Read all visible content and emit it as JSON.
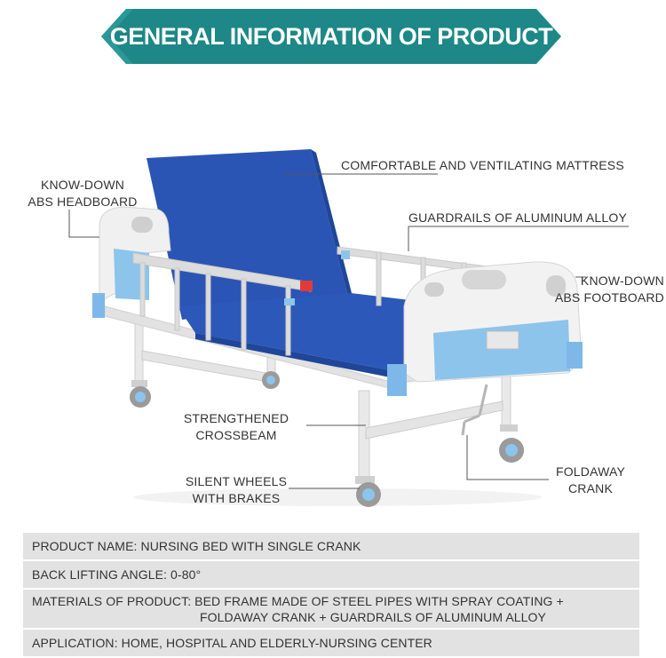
{
  "banner": {
    "title": "GENERAL INFORMATION OF PRODUCT",
    "color": "#1e8787"
  },
  "callouts": {
    "headboard": {
      "line1": "KNOW-DOWN",
      "line2": "ABS HEADBOARD"
    },
    "mattress": "COMFORTABLE AND VENTILATING MATTRESS",
    "guardrails": "GUARDRAILS OF ALUMINUM ALLOY",
    "footboard": {
      "line1": "KNOW-DOWN",
      "line2": "ABS FOOTBOARD"
    },
    "crossbeam": {
      "line1": "STRENGTHENED",
      "line2": "CROSSBEAM"
    },
    "wheels": {
      "line1": "SILENT WHEELS",
      "line2": "WITH BRAKES"
    },
    "crank": {
      "line1": "FOLDAWAY",
      "line2": "CRANK"
    }
  },
  "specs": {
    "product_name": "PRODUCT NAME: NURSING BED WITH SINGLE CRANK",
    "back_angle": "BACK LIFTING ANGLE: 0-80°",
    "materials_line1": "MATERIALS OF PRODUCT: BED FRAME MADE OF STEEL PIPES WITH SPRAY COATING +",
    "materials_line2": "FOLDAWAY CRANK + GUARDRAILS OF ALUMINUM ALLOY",
    "application": "APPLICATION: HOME, HOSPITAL AND ELDERLY-NURSING CENTER"
  },
  "colors": {
    "mattress": "#2a55b5",
    "panel": "#f0f0f0",
    "accent": "#8cc4ec",
    "frame": "#e6e6e6"
  }
}
